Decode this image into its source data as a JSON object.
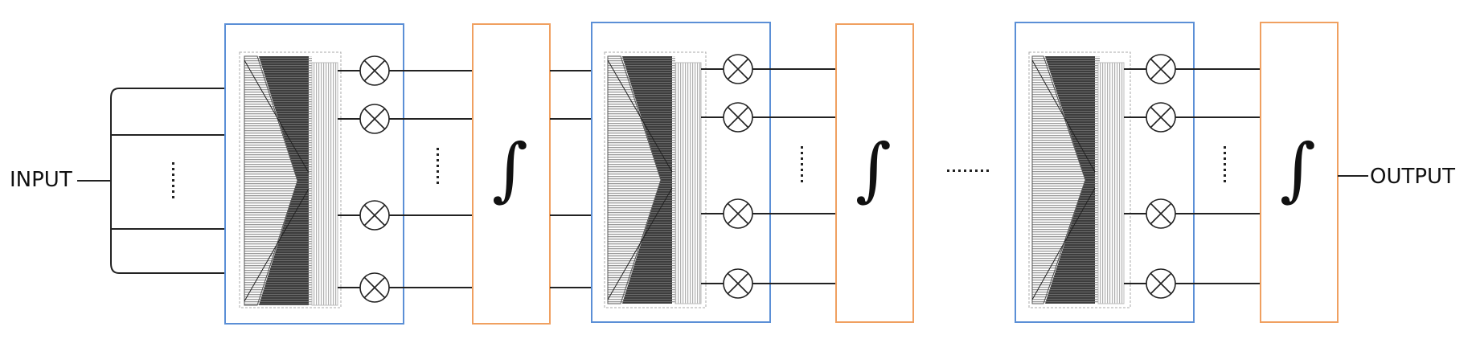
{
  "labels": {
    "input": "INPUT",
    "output": "OUTPUT",
    "integral_symbol": "∫"
  },
  "colors": {
    "stage_border": "#5b8fd6",
    "integrator_border": "#f0a060",
    "wire": "#222222",
    "dark_fill": "#3d3d3d",
    "stripe": "#9a9a9a"
  },
  "icons": [
    "multiply-circle-icon",
    "integral-symbol",
    "ellipsis-dots"
  ]
}
